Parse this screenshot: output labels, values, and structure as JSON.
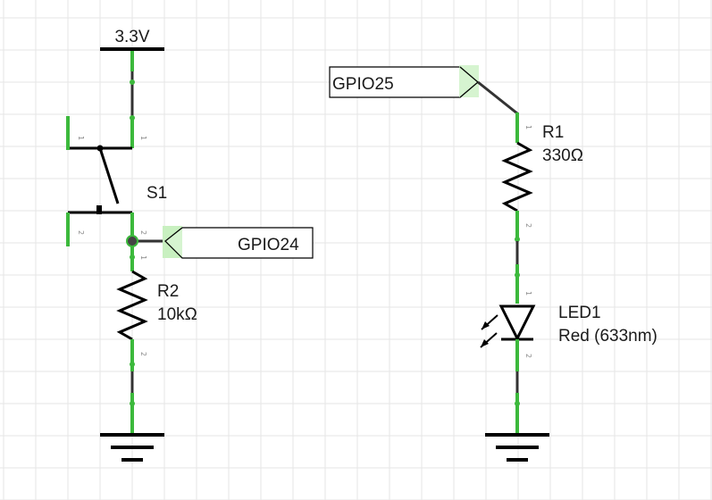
{
  "power": {
    "label": "3.3V"
  },
  "switch": {
    "ref": "S1",
    "pin_top": "1",
    "pin_bottom": "2"
  },
  "r2": {
    "ref": "R2",
    "value": "10kΩ",
    "pin_top": "1",
    "pin_bottom": "2"
  },
  "r1": {
    "ref": "R1",
    "value": "330Ω",
    "pin_top": "1",
    "pin_bottom": "2"
  },
  "led": {
    "ref": "LED1",
    "value": "Red (633nm)",
    "pin_top": "1",
    "pin_bottom": "2"
  },
  "net_labels": {
    "gpio24": "GPIO24",
    "gpio25": "GPIO25"
  },
  "colors": {
    "wire": "#333333",
    "pin_highlight": "#3cb93c",
    "connector_fill": "#c8f0c0",
    "grid": "#e6e6e6",
    "symbol": "#000000"
  }
}
